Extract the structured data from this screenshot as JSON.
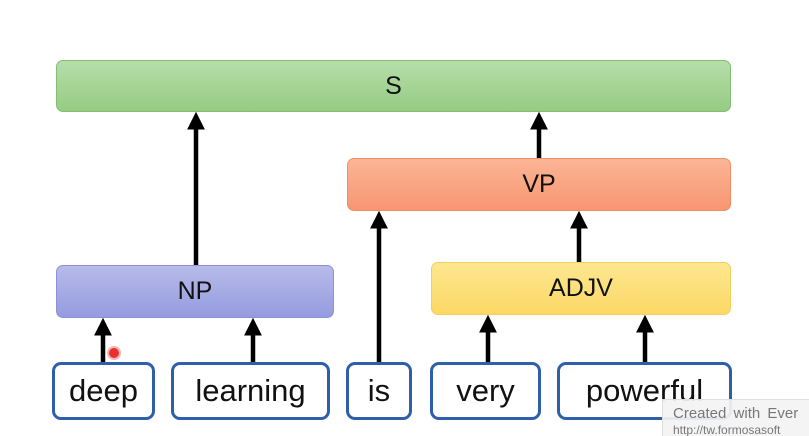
{
  "nodes": {
    "s": "S",
    "vp": "VP",
    "np": "NP",
    "adjv": "ADJV"
  },
  "words": {
    "deep": "deep",
    "learning": "learning",
    "is": "is",
    "very": "very",
    "powerful": "powerful"
  },
  "colors": {
    "s_fill": "#a9d89a",
    "vp_fill": "#f9a37f",
    "np_fill": "#a7abe4",
    "adjv_fill": "#fde07a",
    "word_border": "#2e5fa8",
    "arrow": "#000000"
  },
  "watermark": {
    "line1": "Created with Ever",
    "line2": "http://tw.formosasoft"
  }
}
